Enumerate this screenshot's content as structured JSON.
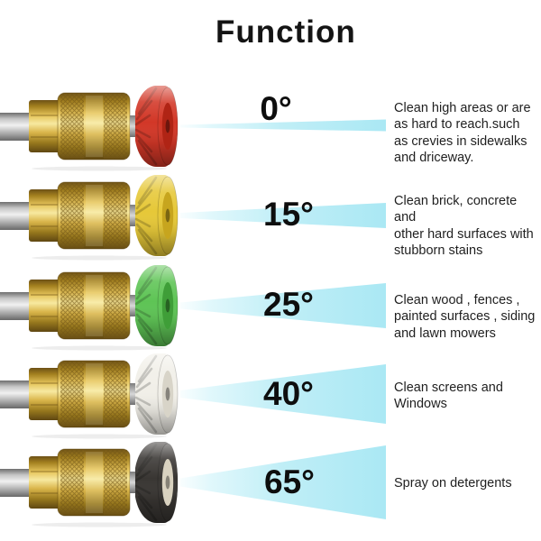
{
  "title": "Function",
  "colors": {
    "spray_cyan": "#b4eaf4",
    "brass": "#c9a33c",
    "steel": "#bdbdbd",
    "text": "#1f1f1f"
  },
  "rows": [
    {
      "id": "nozzle-0-red",
      "tip": "red",
      "angle": "0°",
      "description": "Clean high areas or are\nas hard to reach.such\nas crevies in sidewalks\nand driceway.",
      "tip_color": "#d23727",
      "tip_face": "#b02415"
    },
    {
      "id": "nozzle-15-yellow",
      "tip": "yellow",
      "angle": "15°",
      "description": "Clean brick, concrete and\nother hard surfaces with\nstubborn stains",
      "tip_color": "#e6c838",
      "tip_face": "#c7a51e"
    },
    {
      "id": "nozzle-25-green",
      "tip": "green",
      "angle": "25°",
      "description": "Clean wood , fences ,\npainted surfaces , siding\nand lawn mowers",
      "tip_color": "#5ec455",
      "tip_face": "#3f9e38"
    },
    {
      "id": "nozzle-40-white",
      "tip": "white",
      "angle": "40°",
      "description": "Clean screens and\nWindows",
      "tip_color": "#f1efe8",
      "tip_face": "#d8d4c8"
    },
    {
      "id": "nozzle-65-black",
      "tip": "black",
      "angle": "65°",
      "description": "Spray on detergents",
      "tip_color": "#393633",
      "tip_face": "#d9d2c0"
    }
  ]
}
